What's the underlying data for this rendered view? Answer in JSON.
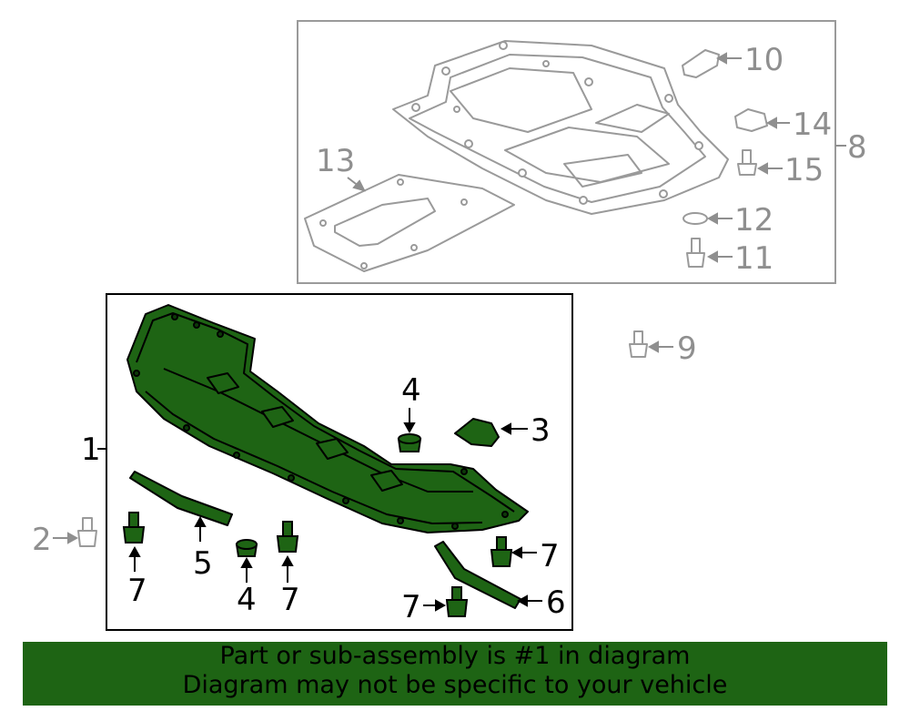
{
  "colors": {
    "highlight": "#1e6414",
    "grey": "#8f8f8f",
    "line": "#000000"
  },
  "callouts": {
    "c1": "1",
    "c2": "2",
    "c3": "3",
    "c4a": "4",
    "c4b": "4",
    "c5": "5",
    "c6": "6",
    "c7a": "7",
    "c7b": "7",
    "c7c": "7",
    "c7d": "7",
    "c8": "8",
    "c9": "9",
    "c10": "10",
    "c11": "11",
    "c12": "12",
    "c13": "13",
    "c14": "14",
    "c15": "15"
  },
  "banner": {
    "line1": "Part or sub-assembly is #1 in diagram",
    "line2": "Diagram may not be specific to your vehicle"
  }
}
